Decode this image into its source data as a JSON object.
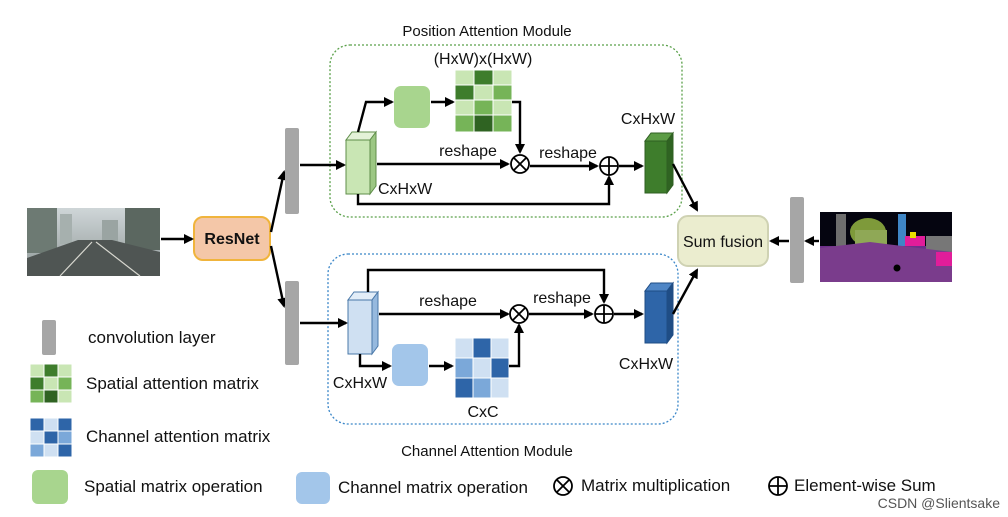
{
  "modules": {
    "position_title": "Position Attention Module",
    "channel_title": "Channel Attention Module"
  },
  "blocks": {
    "resnet": "ResNet",
    "sum_fusion": "Sum fusion"
  },
  "position": {
    "matrix_dims": "(HxW)x(HxW)",
    "reshape_1": "reshape",
    "reshape_2": "reshape",
    "feature_dims": "CxHxW",
    "output_dims": "CxHxW"
  },
  "channel": {
    "reshape_1": "reshape",
    "reshape_2": "reshape",
    "feature_dims": "CxHxW",
    "matrix_dims": "CxC",
    "output_dims": "CxHxW"
  },
  "legend": {
    "convolution_layer": "convolution layer",
    "spatial_attention_matrix": "Spatial attention matrix",
    "channel_attention_matrix": "Channel attention matrix",
    "spatial_matrix_operation": "Spatial matrix operation",
    "channel_matrix_operation": "Channel matrix operation",
    "matrix_multiplication": "Matrix multiplication",
    "element_wise_sum": "Element-wise Sum"
  },
  "watermark": "CSDN @Slientsake",
  "colors": {
    "green_dark": "#3e7d2c",
    "green_mid": "#76b458",
    "green_light": "#c9e6b4",
    "blue_dark": "#2e65a8",
    "blue_mid": "#7ba8d9",
    "blue_light": "#cfe0f2",
    "resnet_fill": "#f4c7a8",
    "resnet_border": "#f0b43c",
    "fusion_fill": "#ebedcf",
    "conv_gray": "#a6a6a6",
    "module_border_green": "#5aa04a",
    "module_border_blue": "#3a86c8"
  },
  "icons": [
    "street-scene-image",
    "segmentation-output-image",
    "multiply-icon",
    "sum-icon"
  ]
}
